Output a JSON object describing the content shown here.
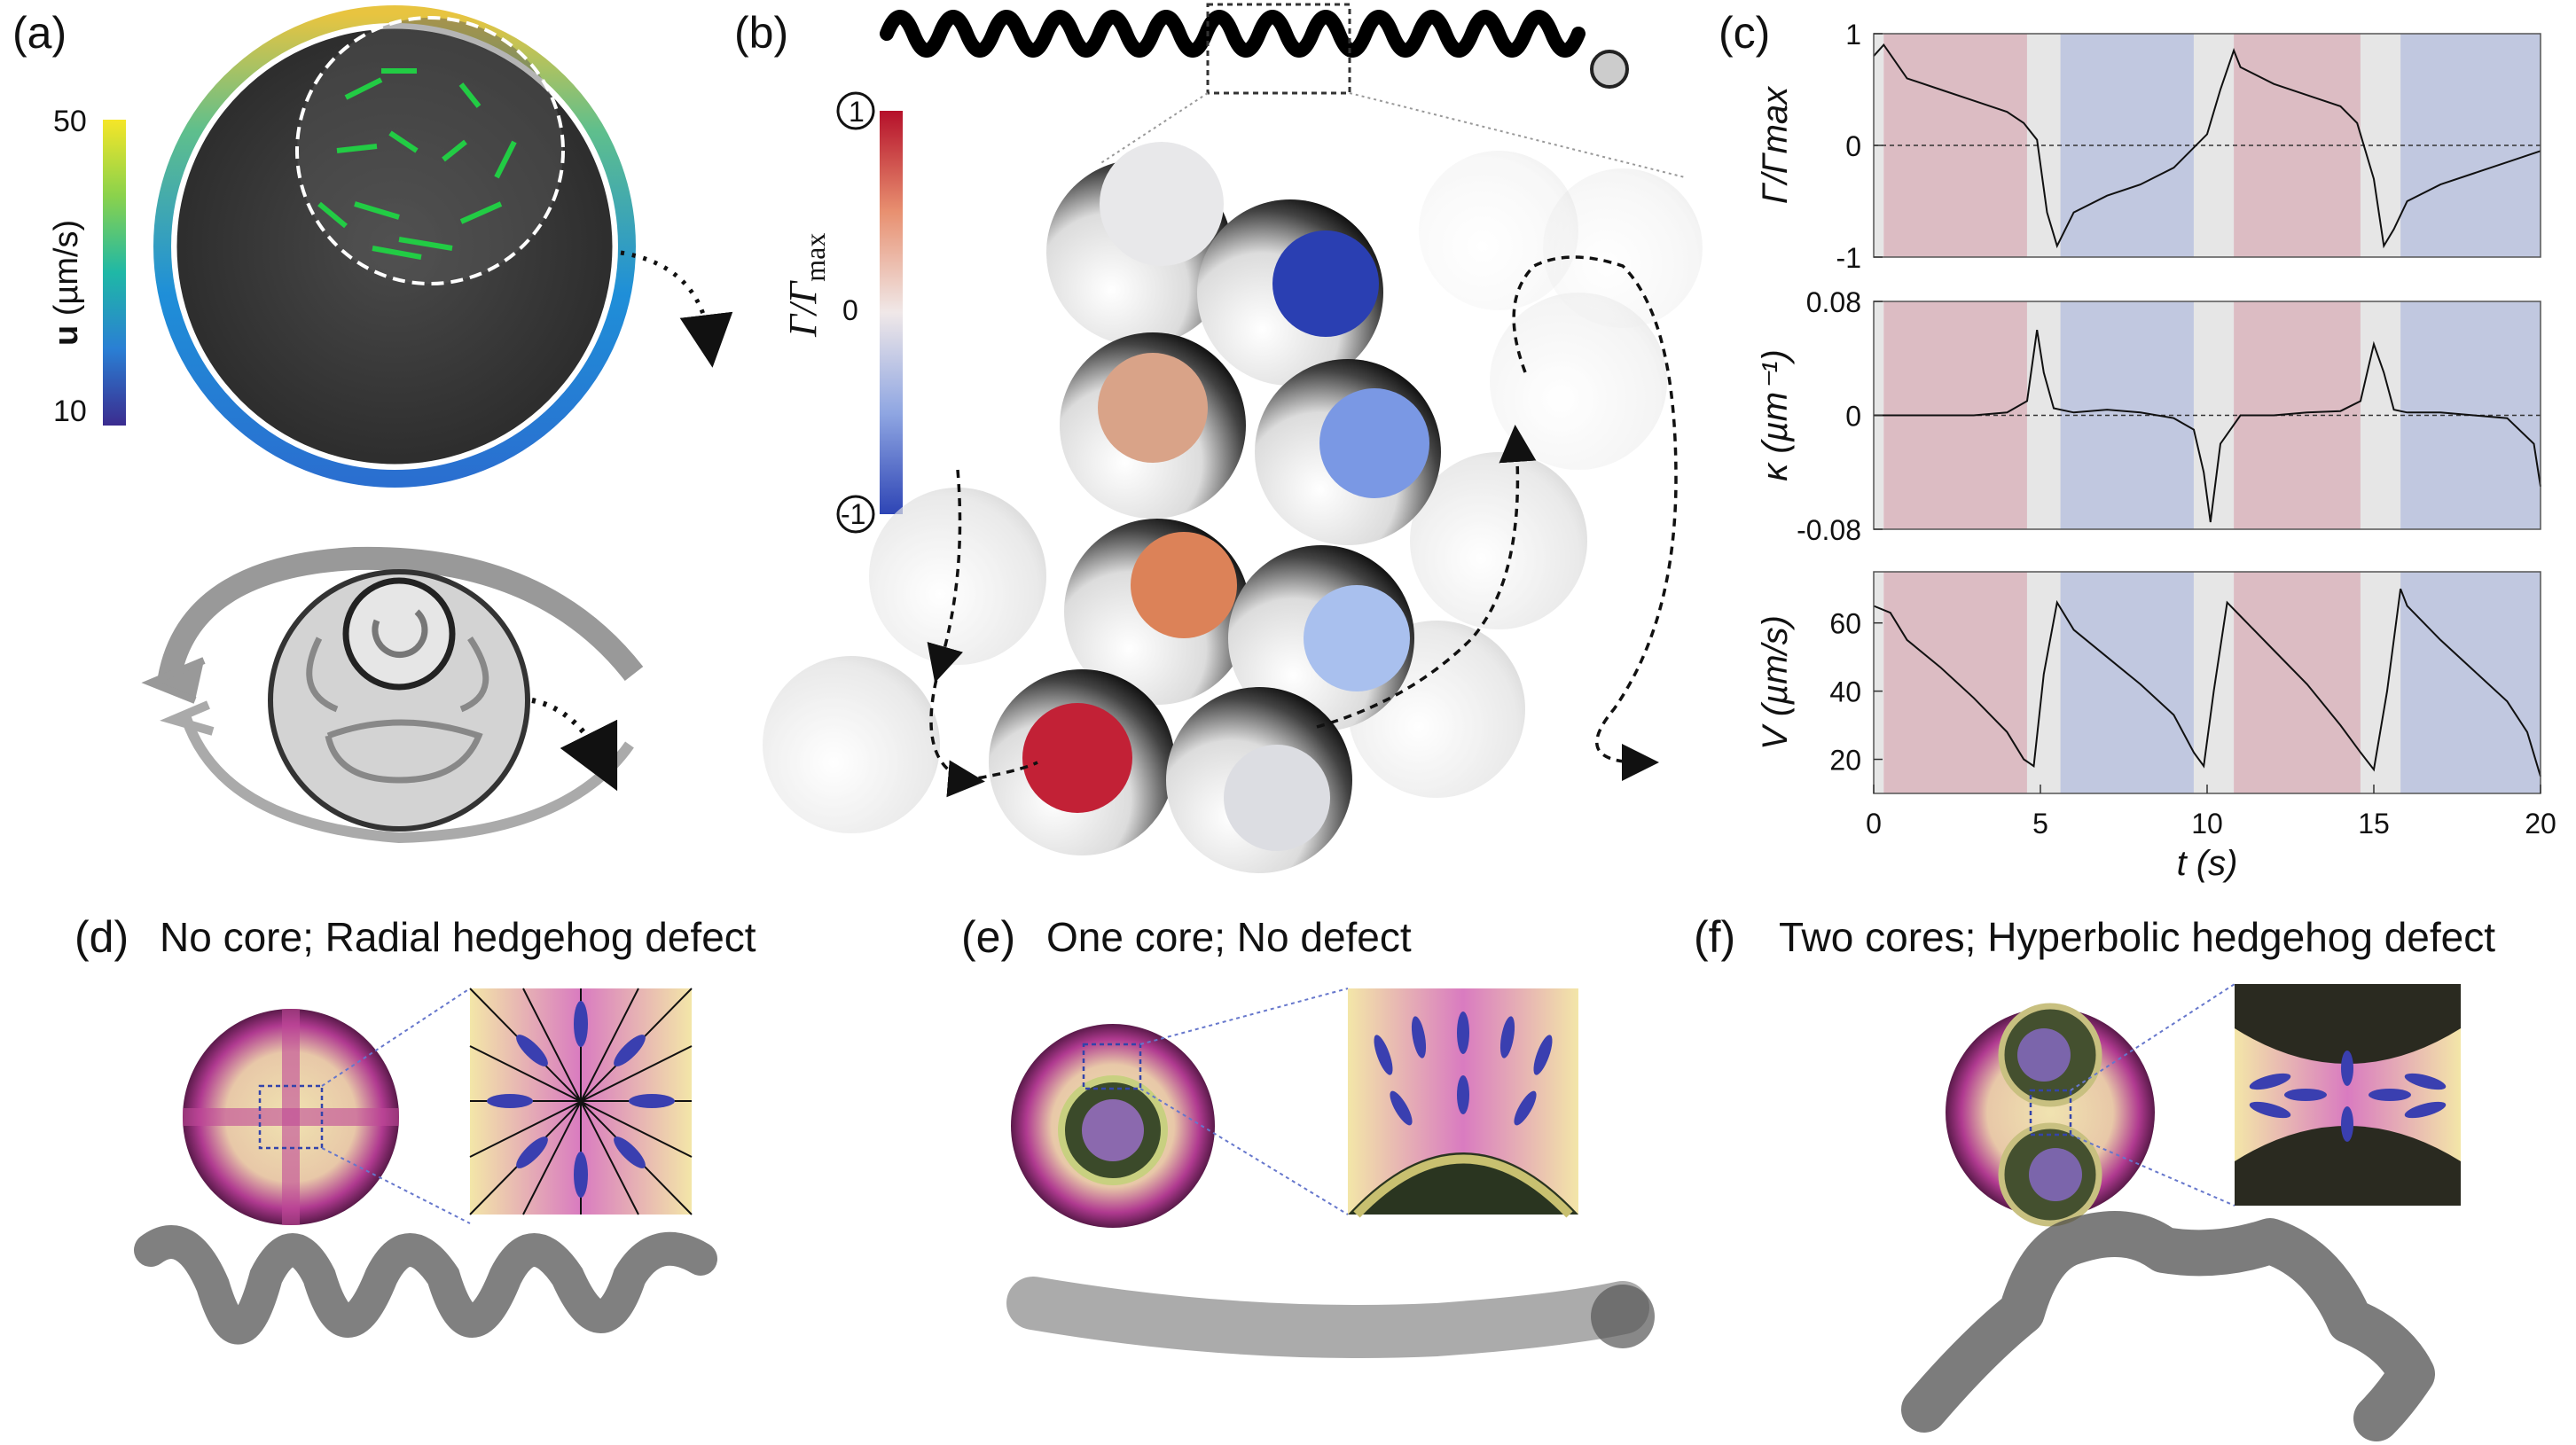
{
  "panels": {
    "a": {
      "letter": "(a)"
    },
    "b": {
      "letter": "(b)"
    },
    "c": {
      "letter": "(c)"
    },
    "d": {
      "letter": "(d)",
      "caption": "No core; Radial hedgehog defect"
    },
    "e": {
      "letter": "(e)",
      "caption": "One core; No defect"
    },
    "f": {
      "letter": "(f)",
      "caption": "Two cores; Hyperbolic hedgehog defect"
    }
  },
  "colorbar_a": {
    "label": "u (µm/s)",
    "label_bold": "u",
    "label_rest": " (µm/s)",
    "max": "50",
    "min": "10"
  },
  "colorbar_b": {
    "label": "Γ/Γmax",
    "label_main": "Γ/Γ",
    "label_sub": "max",
    "max": "1",
    "mid": "0",
    "min": "-1"
  },
  "chart_data": [
    {
      "type": "line",
      "ylabel": "Γ/Γmax",
      "ylim": [
        -1,
        1
      ],
      "yticks": [
        "1",
        "0",
        "-1"
      ],
      "xlim": [
        0,
        20
      ],
      "x": [
        0,
        0.3,
        1,
        2,
        3,
        4,
        4.5,
        4.9,
        5.2,
        5.5,
        6,
        7,
        8,
        9,
        10,
        10.4,
        10.8,
        11,
        12,
        13,
        14,
        14.5,
        15,
        15.3,
        15.6,
        16,
        17,
        18,
        19,
        20
      ],
      "values": [
        0.8,
        0.9,
        0.6,
        0.5,
        0.4,
        0.3,
        0.2,
        0.05,
        -0.6,
        -0.9,
        -0.6,
        -0.45,
        -0.35,
        -0.2,
        0.1,
        0.5,
        0.85,
        0.7,
        0.55,
        0.45,
        0.35,
        0.2,
        -0.3,
        -0.9,
        -0.75,
        -0.5,
        -0.35,
        -0.25,
        -0.15,
        -0.05
      ]
    },
    {
      "type": "line",
      "ylabel": "κ (µm⁻¹)",
      "ylim": [
        -0.08,
        0.08
      ],
      "yticks": [
        "0.08",
        "0",
        "-0.08"
      ],
      "xlim": [
        0,
        20
      ],
      "x": [
        0,
        1,
        2,
        3,
        4,
        4.6,
        4.9,
        5.1,
        5.4,
        6,
        7,
        8,
        9,
        9.6,
        9.9,
        10.1,
        10.4,
        11,
        12,
        13,
        14,
        14.6,
        15,
        15.3,
        15.6,
        16,
        17,
        18,
        19,
        19.8,
        20
      ],
      "values": [
        0,
        0,
        0,
        0,
        0.002,
        0.01,
        0.06,
        0.03,
        0.005,
        0.002,
        0.004,
        0.002,
        -0.002,
        -0.01,
        -0.04,
        -0.075,
        -0.02,
        0,
        0,
        0.002,
        0.003,
        0.01,
        0.05,
        0.03,
        0.004,
        0.002,
        0.002,
        0,
        -0.002,
        -0.02,
        -0.05
      ]
    },
    {
      "type": "line",
      "ylabel": "V (µm/s)",
      "ylim": [
        10,
        75
      ],
      "yticks": [
        "60",
        "40",
        "20"
      ],
      "xticks": [
        "0",
        "5",
        "10",
        "15",
        "20"
      ],
      "xlabel": "t (s)",
      "xlim": [
        0,
        20
      ],
      "x": [
        0,
        0.5,
        1,
        2,
        3,
        4,
        4.5,
        4.8,
        5.1,
        5.5,
        6,
        7,
        8,
        9,
        9.6,
        9.9,
        10.2,
        10.6,
        11,
        12,
        13,
        14,
        14.6,
        15,
        15.4,
        15.8,
        16,
        17,
        18,
        19,
        19.6,
        20
      ],
      "values": [
        65,
        63,
        55,
        47,
        38,
        28,
        20,
        18,
        45,
        66,
        58,
        50,
        42,
        33,
        22,
        18,
        40,
        66,
        62,
        52,
        42,
        30,
        22,
        17,
        40,
        70,
        65,
        55,
        46,
        37,
        28,
        15
      ]
    }
  ],
  "shading": {
    "red": "#dcbcc3",
    "blue": "#c1c8e0",
    "gray": "#e6e6e6"
  }
}
